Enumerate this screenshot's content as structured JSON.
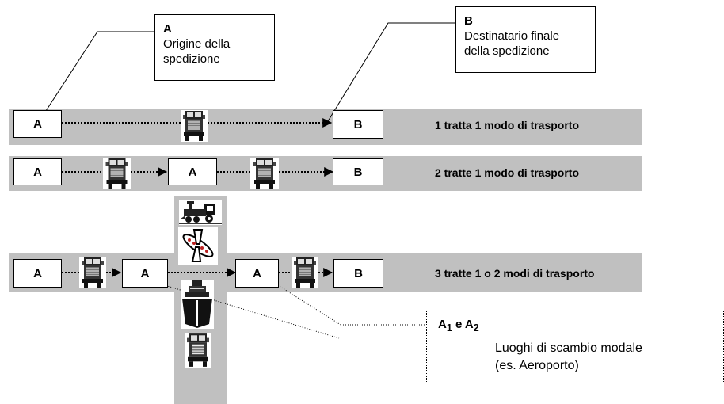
{
  "callout_origin": {
    "letter": "A",
    "text_line1": "Origine della",
    "text_line2": "spedizione"
  },
  "callout_destination": {
    "letter": "B",
    "text_line1": "Destinatario finale",
    "text_line2": "della spedizione"
  },
  "rows": [
    {
      "label": "1 tratta 1 modo di trasporto",
      "nodes": [
        "A",
        "B"
      ]
    },
    {
      "label": "2 tratte 1 modo di trasporto",
      "nodes": [
        "A",
        "A",
        "B"
      ]
    },
    {
      "label": "3 tratte 1 o 2 modi di trasporto",
      "nodes": [
        "A",
        "A",
        "A",
        "B"
      ]
    }
  ],
  "legend": {
    "head_a": "A",
    "sub_1": "1",
    "conj": " e ",
    "head_b": "A",
    "sub_2": "2",
    "line1": "Luoghi di scambio modale",
    "line2": "(es. Aeroporto)"
  },
  "icons": [
    "truck-icon",
    "train-icon",
    "airplane-icon",
    "ship-icon"
  ],
  "colors": {
    "band": "#c0c0c0",
    "box_border": "#000000",
    "background": "#ffffff"
  }
}
